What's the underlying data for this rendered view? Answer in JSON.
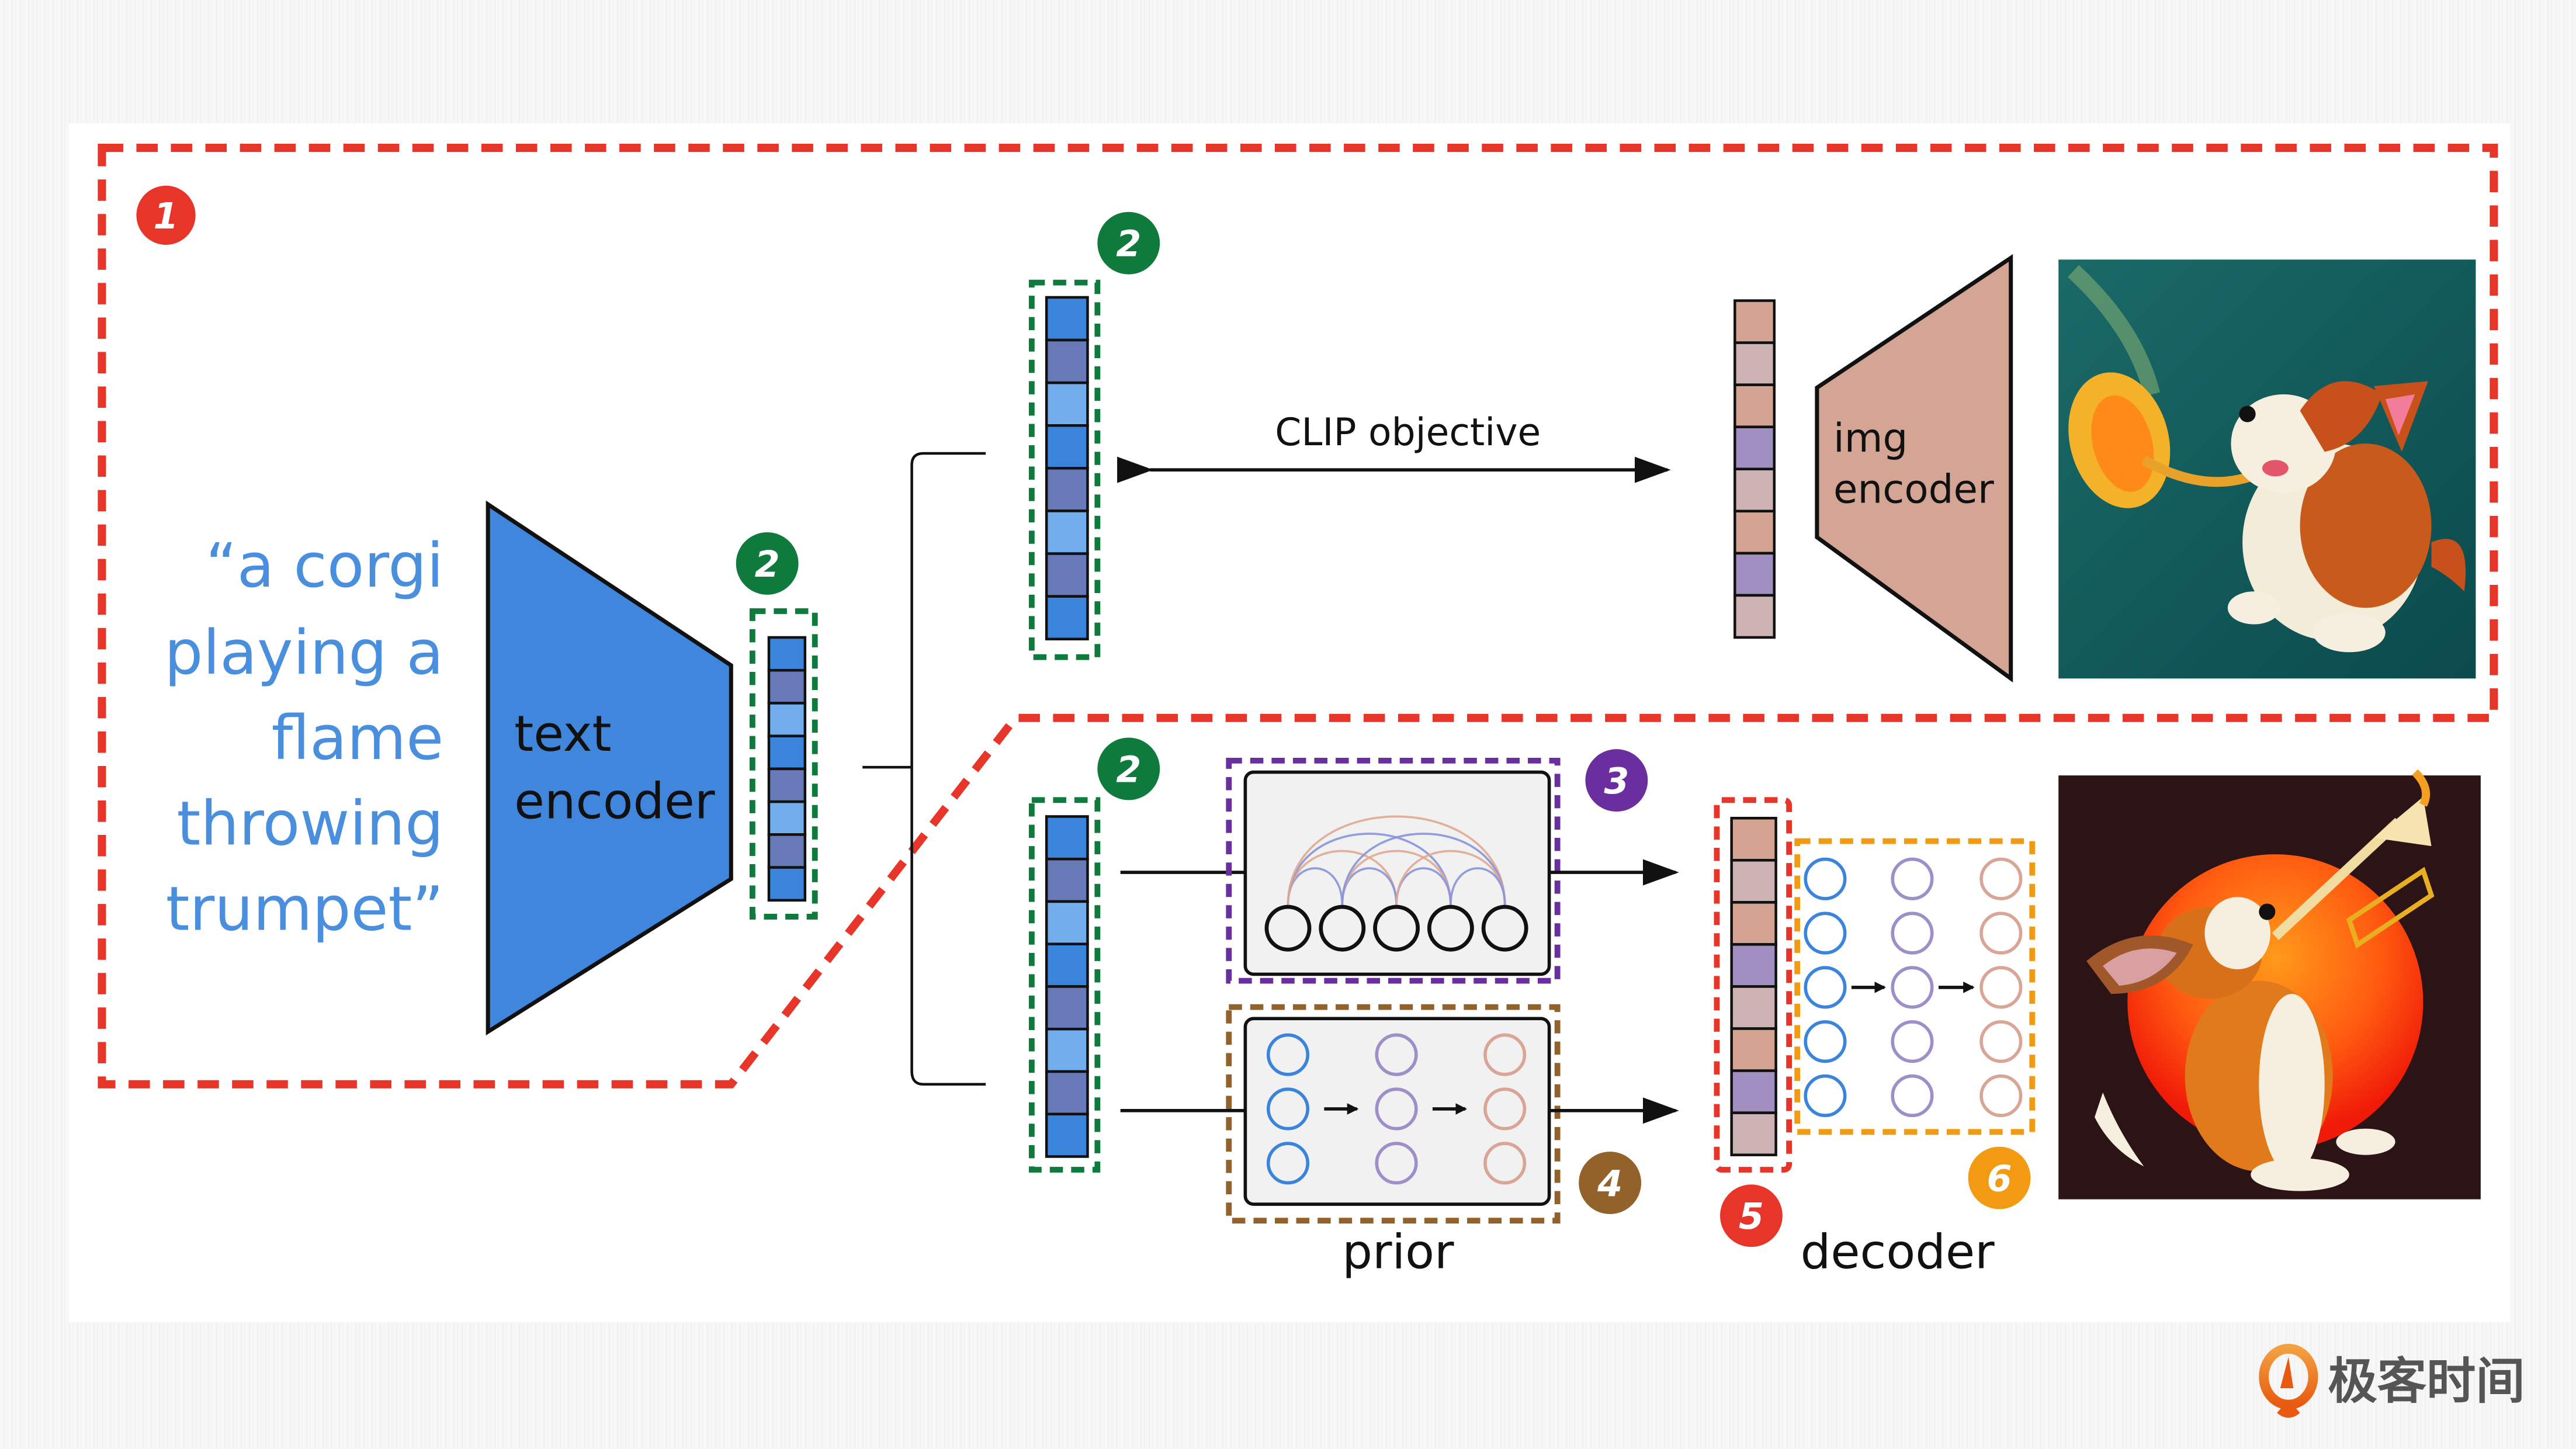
{
  "diagram": {
    "prompt": {
      "lines": [
        "“a corgi",
        "playing a",
        "flame",
        "throwing",
        "trumpet”"
      ],
      "color": "#4a8fde"
    },
    "text_encoder": {
      "label_line1": "text",
      "label_line2": "encoder",
      "color": "#3f86dc"
    },
    "img_encoder": {
      "label_line1": "img",
      "label_line2": "encoder",
      "color": "#d4a595"
    },
    "clip_objective": {
      "label": "CLIP objective"
    },
    "prior": {
      "label": "prior"
    },
    "decoder": {
      "label": "decoder"
    },
    "badges": [
      {
        "id": "1",
        "label": "1",
        "color": "#e8352a"
      },
      {
        "id": "2a",
        "label": "2",
        "color": "#0e7a3c"
      },
      {
        "id": "2b",
        "label": "2",
        "color": "#0e7a3c"
      },
      {
        "id": "2c",
        "label": "2",
        "color": "#0e7a3c"
      },
      {
        "id": "3",
        "label": "3",
        "color": "#6a2e9e"
      },
      {
        "id": "4",
        "label": "4",
        "color": "#93622a"
      },
      {
        "id": "5",
        "label": "5",
        "color": "#e8352a"
      },
      {
        "id": "6",
        "label": "6",
        "color": "#f29a12"
      }
    ],
    "text_embedding_cells": [
      "blue",
      "slate",
      "light",
      "blue",
      "slate",
      "light",
      "slate",
      "blue"
    ],
    "image_embedding_cells": [
      "salmon",
      "mauve",
      "salmon",
      "violet",
      "mauve",
      "salmon",
      "violet",
      "mauve"
    ],
    "embedding_palette": {
      "blue": "#3a84dc",
      "slate": "#6879b8",
      "light": "#72aeee",
      "salmon": "#d5a392",
      "mauve": "#cdb3b3",
      "violet": "#a28fc2"
    },
    "region_colors": {
      "clip_region": "#e8352a",
      "embedding_box": "#0e7a3c",
      "autoregressive_box": "#6a2e9e",
      "diffusion_prior_box": "#93622a",
      "decoder_embedding_box": "#e8352a",
      "decoder_box": "#f29a12"
    },
    "images": {
      "input_image": "corgi playing a flame-throwing trumpet on teal background",
      "output_image": "corgi playing trumpet in front of red-orange sun on dark background"
    }
  },
  "branding": {
    "logo_text": "极客时间",
    "logo_color": "#ee6a1c"
  }
}
